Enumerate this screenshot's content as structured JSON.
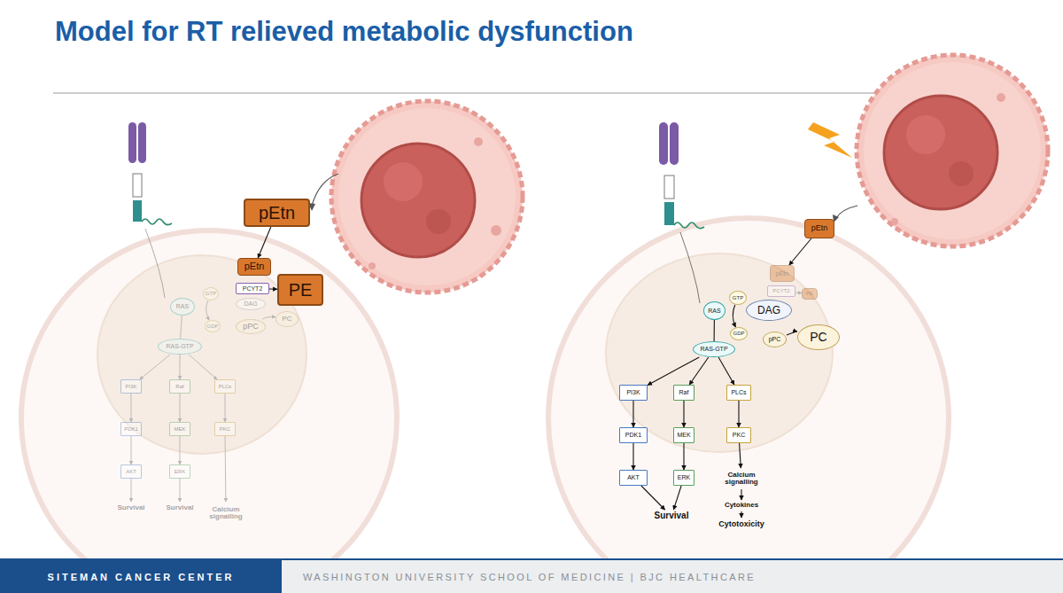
{
  "diagram": {
    "title": "Model for RT relieved metabolic dysfunction",
    "nodes": [
      {
        "text": [
          "pEtn"
        ]
      },
      {
        "text": [
          "pEtn"
        ]
      },
      {
        "text": [
          "PCYT2"
        ]
      },
      {
        "text": [
          "PE"
        ]
      },
      {
        "text": [
          "DAG"
        ]
      },
      {
        "text": [
          "pPC"
        ]
      },
      {
        "text": [
          "PC"
        ]
      },
      {
        "text": [
          "RAS"
        ]
      },
      {
        "text": [
          "GTP"
        ]
      },
      {
        "text": [
          "GDP"
        ]
      },
      {
        "text": [
          "RAS-GTP"
        ]
      },
      {
        "text": [
          "PI3K"
        ]
      },
      {
        "text": [
          "Raf"
        ]
      },
      {
        "text": [
          "PLCs"
        ]
      },
      {
        "text": [
          "PDK1"
        ]
      },
      {
        "text": [
          "MEK"
        ]
      },
      {
        "text": [
          "PKC"
        ]
      },
      {
        "text": [
          "AKT"
        ]
      },
      {
        "text": [
          "ERK"
        ]
      },
      {
        "text": [
          "Survival"
        ]
      },
      {
        "text": [
          "Survival"
        ]
      },
      {
        "text": [
          "Calcium signalling"
        ]
      },
      {
        "text": [
          "pEtn"
        ]
      },
      {
        "text": [
          "pEtn"
        ]
      },
      {
        "text": [
          "PCYT2"
        ]
      },
      {
        "text": [
          "PE"
        ]
      },
      {
        "text": [
          "GTP"
        ]
      },
      {
        "text": [
          "RAS"
        ]
      },
      {
        "text": [
          "GDP"
        ]
      },
      {
        "text": [
          "DAG"
        ]
      },
      {
        "text": [
          "pPC"
        ]
      },
      {
        "text": [
          "PC"
        ]
      },
      {
        "text": [
          "RAS-GTP"
        ]
      },
      {
        "text": [
          "PI3K"
        ]
      },
      {
        "text": [
          "Raf"
        ]
      },
      {
        "text": [
          "PLCs"
        ]
      },
      {
        "text": [
          "PDK1"
        ]
      },
      {
        "text": [
          "MEK"
        ]
      },
      {
        "text": [
          "PKC"
        ]
      },
      {
        "text": [
          "AKT"
        ]
      },
      {
        "text": [
          "ERK"
        ]
      },
      {
        "text": [
          "Calcium signalling"
        ]
      },
      {
        "text": [
          "Cytokines"
        ]
      },
      {
        "text": [
          "Cytotoxicity"
        ]
      },
      {
        "text": [
          "Survival"
        ]
      }
    ],
    "edges": [
      {
        "from": 0,
        "to": 1,
        "arrow": "to"
      },
      {
        "from": 2,
        "to": 3,
        "arrow": "to"
      },
      {
        "from": 5,
        "to": 6,
        "arrow": "to"
      },
      {
        "from": 8,
        "to": 9,
        "arrow": "to"
      },
      {
        "from": 7,
        "to": 10,
        "arrow": "none"
      },
      {
        "from": 10,
        "to": 11,
        "arrow": "to"
      },
      {
        "from": 10,
        "to": 12,
        "arrow": "to"
      },
      {
        "from": 10,
        "to": 13,
        "arrow": "to"
      },
      {
        "from": 11,
        "to": 14,
        "arrow": "to"
      },
      {
        "from": 14,
        "to": 17,
        "arrow": "to"
      },
      {
        "from": 17,
        "to": 19,
        "arrow": "to"
      },
      {
        "from": 12,
        "to": 15,
        "arrow": "to"
      },
      {
        "from": 15,
        "to": 18,
        "arrow": "to"
      },
      {
        "from": 18,
        "to": 20,
        "arrow": "to"
      },
      {
        "from": 13,
        "to": 16,
        "arrow": "to"
      },
      {
        "from": 16,
        "to": 21,
        "arrow": "to"
      },
      {
        "from": 22,
        "to": 23,
        "arrow": "to"
      },
      {
        "from": 24,
        "to": 25,
        "arrow": "to"
      },
      {
        "from": 30,
        "to": 31,
        "arrow": "to"
      },
      {
        "from": 26,
        "to": 28,
        "arrow": "to"
      },
      {
        "from": 27,
        "to": 32,
        "arrow": "none"
      },
      {
        "from": 32,
        "to": 33,
        "arrow": "to"
      },
      {
        "from": 32,
        "to": 34,
        "arrow": "to"
      },
      {
        "from": 32,
        "to": 35,
        "arrow": "to"
      },
      {
        "from": 33,
        "to": 36,
        "arrow": "to"
      },
      {
        "from": 36,
        "to": 39,
        "arrow": "to"
      },
      {
        "from": 39,
        "to": 44,
        "arrow": "to"
      },
      {
        "from": 34,
        "to": 37,
        "arrow": "to"
      },
      {
        "from": 37,
        "to": 40,
        "arrow": "to"
      },
      {
        "from": 40,
        "to": 44,
        "arrow": "to"
      },
      {
        "from": 35,
        "to": 38,
        "arrow": "to"
      },
      {
        "from": 38,
        "to": 41,
        "arrow": "to"
      },
      {
        "from": 41,
        "to": 42,
        "arrow": "to"
      },
      {
        "from": 42,
        "to": 43,
        "arrow": "to"
      }
    ],
    "labels": [
      "SITEMAN CANCER CENTER",
      "WASHINGTON UNIVERSITY SCHOOL OF MEDICINE | BJC HEALTHCARE"
    ]
  }
}
